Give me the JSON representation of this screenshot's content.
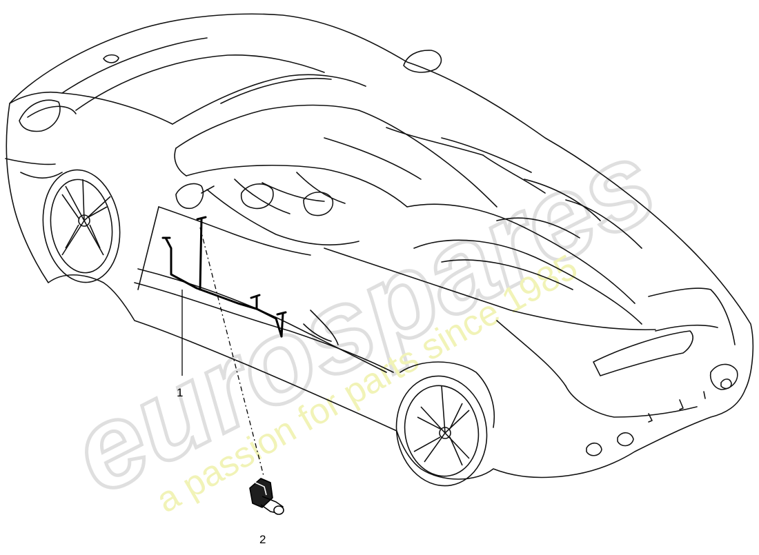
{
  "callouts": [
    {
      "id": "1",
      "label": "1",
      "part": "wiring harness"
    },
    {
      "id": "2",
      "label": "2",
      "part": "sensor"
    }
  ],
  "watermark": {
    "brand": "eurospares",
    "tagline": "a passion for parts since 1985",
    "brand_color": "#d9d9d9",
    "tagline_color": "#eef0a8"
  },
  "line_color": "#111111",
  "background": "#ffffff"
}
